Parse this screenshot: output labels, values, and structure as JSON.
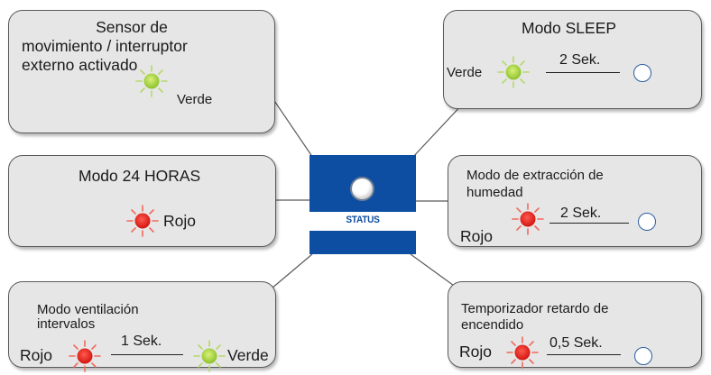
{
  "colors": {
    "box_fill": "#e6e6e6",
    "panel_blue": "#0e4ea2",
    "led_green": "#9acd32",
    "led_red": "#e2211c",
    "ring_blue": "#2c5d9e"
  },
  "status_panel": {
    "label": "STATUS"
  },
  "boxes": {
    "sensor": {
      "title_lines": [
        "Sensor de",
        "movimiento / interruptor",
        "externo activado"
      ],
      "led_label": "Verde"
    },
    "sleep": {
      "title": "Modo SLEEP",
      "led_label": "Verde",
      "interval": "2 Sek."
    },
    "mode24": {
      "title": "Modo 24 HORAS",
      "led_label": "Rojo"
    },
    "humidity": {
      "title_lines": [
        "Modo de extracción de",
        "humedad"
      ],
      "led_label": "Rojo",
      "interval": "2 Sek."
    },
    "interval_vent": {
      "title_lines": [
        "Modo ventilación",
        "intervalos"
      ],
      "left_label": "Rojo",
      "interval": "1 Sek.",
      "right_label": "Verde"
    },
    "timer": {
      "title_lines": [
        "Temporizador retardo de",
        "encendido"
      ],
      "led_label": "Rojo",
      "interval": "0,5 Sek."
    }
  }
}
